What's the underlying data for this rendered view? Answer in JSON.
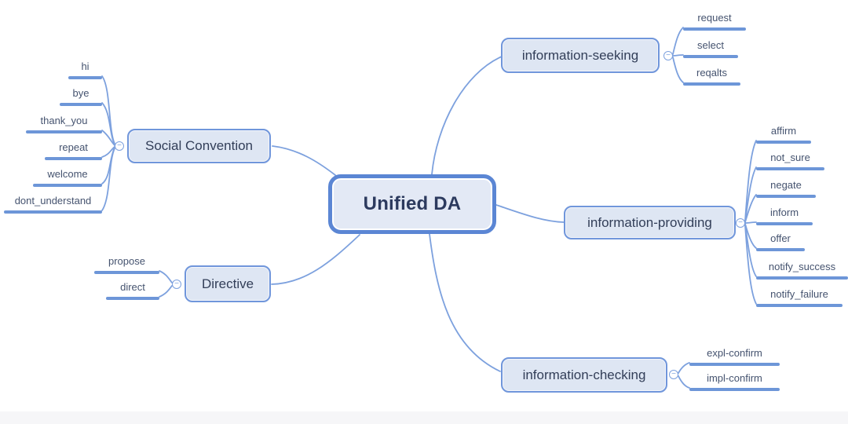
{
  "diagram": {
    "root": {
      "label": "Unified DA"
    },
    "toggle_glyph": "−",
    "branches": [
      {
        "label": "Social Convention",
        "side": "left",
        "leaves": [
          "hi",
          "bye",
          "thank_you",
          "repeat",
          "welcome",
          "dont_understand"
        ]
      },
      {
        "label": "Directive",
        "side": "left",
        "leaves": [
          "propose",
          "direct"
        ]
      },
      {
        "label": "information-seeking",
        "side": "right",
        "leaves": [
          "request",
          "select",
          "reqalts"
        ]
      },
      {
        "label": "information-providing",
        "side": "right",
        "leaves": [
          "affirm",
          "not_sure",
          "negate",
          "inform",
          "offer",
          "notify_success",
          "notify_failure"
        ]
      },
      {
        "label": "information-checking",
        "side": "right",
        "leaves": [
          "expl-confirm",
          "impl-confirm"
        ]
      }
    ],
    "colors": {
      "central_border": "#5b86d4",
      "central_fill": "#e3e9f5",
      "branch_border": "#7096db",
      "branch_fill": "#dee6f3",
      "connector_line": "#7da1de",
      "leaf_underline": "#6d96d8",
      "central_text": "#2c3a5e",
      "branch_text": "#323e58",
      "leaf_text": "#45536f"
    }
  }
}
